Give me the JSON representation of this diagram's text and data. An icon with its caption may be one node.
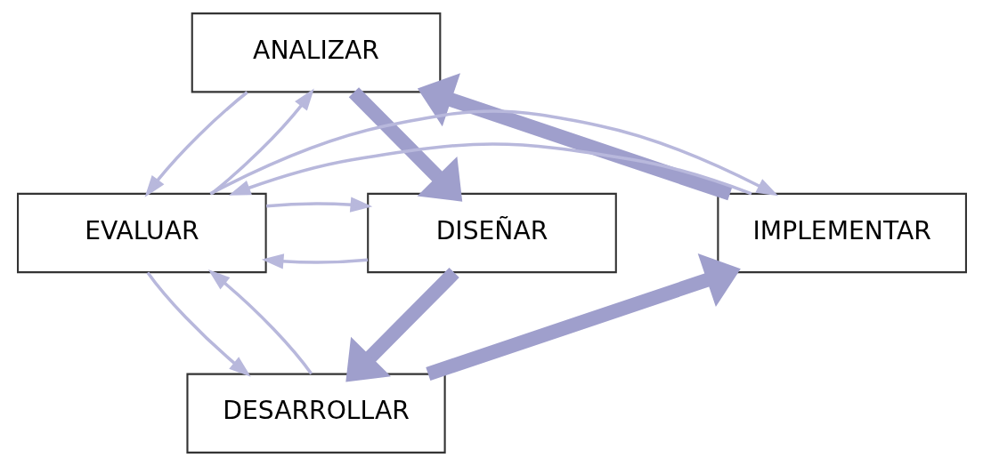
{
  "diagram": {
    "nodes": [
      {
        "text": [
          "ANALIZAR"
        ]
      },
      {
        "text": [
          "IMPLEMENTAR"
        ]
      },
      {
        "text": [
          "EVALUAR"
        ]
      },
      {
        "text": [
          "DISEÑAR"
        ]
      },
      {
        "text": [
          "DESARROLLAR"
        ]
      }
    ],
    "edges": [
      {
        "from": 1,
        "to": 0,
        "arrow": "to",
        "style": "thick",
        "color": "#9f9fcc"
      },
      {
        "from": 0,
        "to": 3,
        "arrow": "to",
        "style": "thick",
        "color": "#9f9fcc"
      },
      {
        "from": 3,
        "to": 4,
        "arrow": "to",
        "style": "thick",
        "color": "#9f9fcc"
      },
      {
        "from": 4,
        "to": 1,
        "arrow": "to",
        "style": "thick",
        "color": "#9f9fcc"
      },
      {
        "from": 2,
        "to": 0,
        "arrow": "to"
      },
      {
        "from": 0,
        "to": 2,
        "arrow": "to"
      },
      {
        "from": 1,
        "to": 2,
        "arrow": "to"
      },
      {
        "from": 2,
        "to": 1,
        "arrow": "to"
      },
      {
        "from": 3,
        "to": 2,
        "arrow": "to"
      },
      {
        "from": 2,
        "to": 3,
        "arrow": "to"
      },
      {
        "from": 2,
        "to": 4,
        "arrow": "to"
      },
      {
        "from": 4,
        "to": 2,
        "arrow": "to"
      }
    ]
  }
}
